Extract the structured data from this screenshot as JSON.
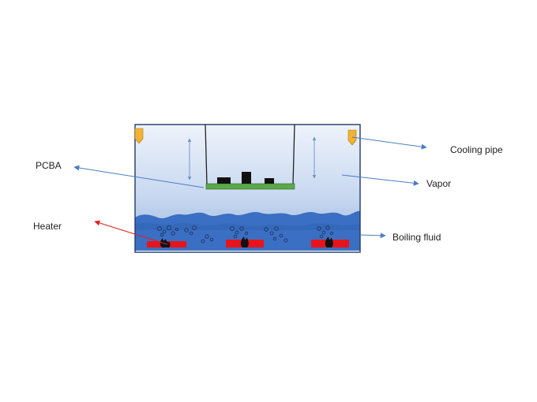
{
  "labels": {
    "cooling_pipe": "Cooling pipe",
    "pcba": "PCBA",
    "vapor": "Vapor",
    "heater": "Heater",
    "boiling_fluid": "Boiling fluid"
  },
  "colors": {
    "tank_border": "#1f3a66",
    "vapor_top": "#eef3fb",
    "vapor_bottom": "#9bb8e0",
    "fluid": "#3a6fc4",
    "fluid_dark": "#2e5fae",
    "board": "#5aa84a",
    "component": "#111111",
    "heater": "#e8141c",
    "cooling_pipe": "#f2b233",
    "arrow_blue": "#4a7cc4",
    "arrow_red": "#e02020"
  },
  "icons": {
    "cooling_pipe": "cooling-pipe-icon",
    "flame": "flame-icon",
    "bubble": "bubble-icon"
  }
}
